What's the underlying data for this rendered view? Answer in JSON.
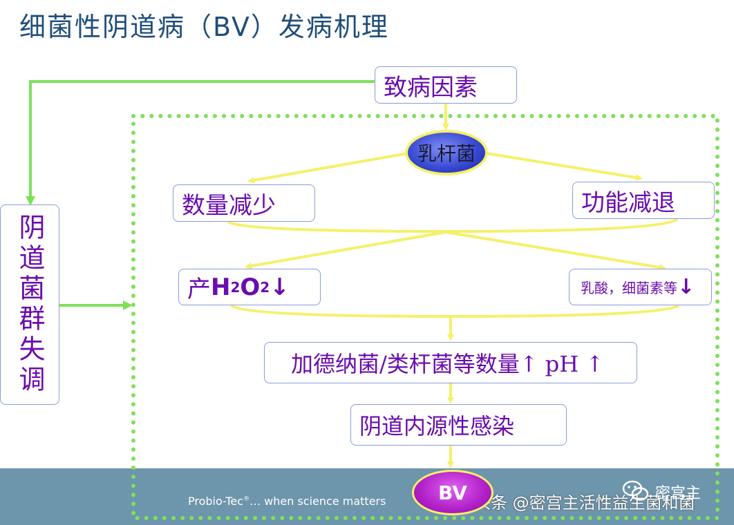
{
  "title": "细菌性阴道病（BV）发病机理",
  "nodes": {
    "cause": "致病因素",
    "lactobacillus": "乳杆菌",
    "count_decrease": "数量减少",
    "function_decline": "功能减退",
    "h2o2_prefix": "产",
    "h2o2_h": "H",
    "h2o2_sub1": "2",
    "h2o2_o": "O",
    "h2o2_sub2": "2",
    "h2o2_arrow": "↓",
    "lactic": "乳酸，细菌素等",
    "lactic_arrow": "↓",
    "gardnerella": "加德纳菌/类杆菌等数量↑ pH ↑",
    "infection": "阴道内源性感染",
    "flora_imbalance": "阴道菌群失调",
    "bv": "BV"
  },
  "footer": {
    "brand": "Probio-Tec",
    "reg": "®",
    "tagline": "… when science matters",
    "watermark": "头条 @密宫主活性益生菌和菌",
    "logo_icon": "wechat-icon",
    "logo_name": "密宫主"
  },
  "colors": {
    "title": "#1f4e79",
    "node_text": "#6a0dad",
    "yellow_arrow": "#f5f06a",
    "green_line": "#7fe05a",
    "footer_bar": "#6d95ab"
  }
}
